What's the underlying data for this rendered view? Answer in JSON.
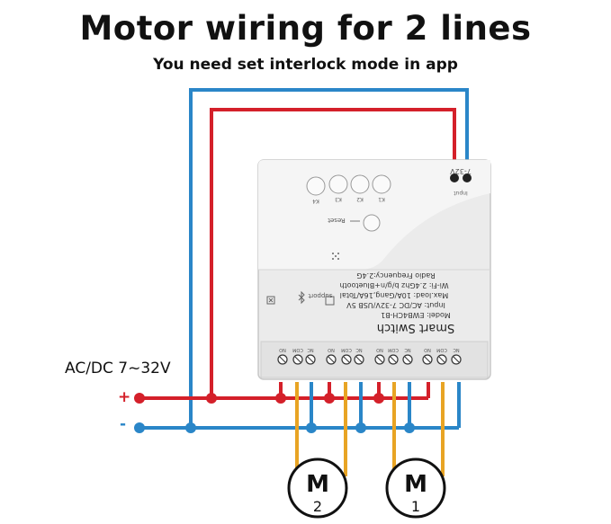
{
  "header": {
    "title": "Motor wiring for 2 lines",
    "subtitle": "You need set interlock mode in  app"
  },
  "supply": {
    "label": "AC/DC 7~32V",
    "plus": "+",
    "minus": "-"
  },
  "device": {
    "input_voltage": "7-32V",
    "input_label": "Input",
    "buttons": [
      "K4",
      "K3",
      "K2",
      "K1"
    ],
    "reset_label": "Reset",
    "brand_label": "Smart Switch",
    "specs": [
      "Model: EWB4CH-B1",
      "Input: AC/DC 7-32V/USB 5V",
      "Max.load: 10A/Gang,16A/Total",
      "Wi-Fi: 2.4Ghz b/g/n+Bluetooth",
      "Radio Frequency:2.4G"
    ],
    "support_label": "support",
    "terminal_labels": [
      "NO",
      "COM",
      "NC",
      "NO",
      "COM",
      "NC",
      "NO",
      "COM",
      "NC",
      "NO",
      "COM",
      "NC"
    ]
  },
  "motors": [
    {
      "letter": "M",
      "number": "2"
    },
    {
      "letter": "M",
      "number": "1"
    }
  ],
  "colors": {
    "positive_wire": "#d4202a",
    "negative_wire": "#2a86c8",
    "motor_wire": "#e8a424",
    "device_body": "#ececec"
  }
}
